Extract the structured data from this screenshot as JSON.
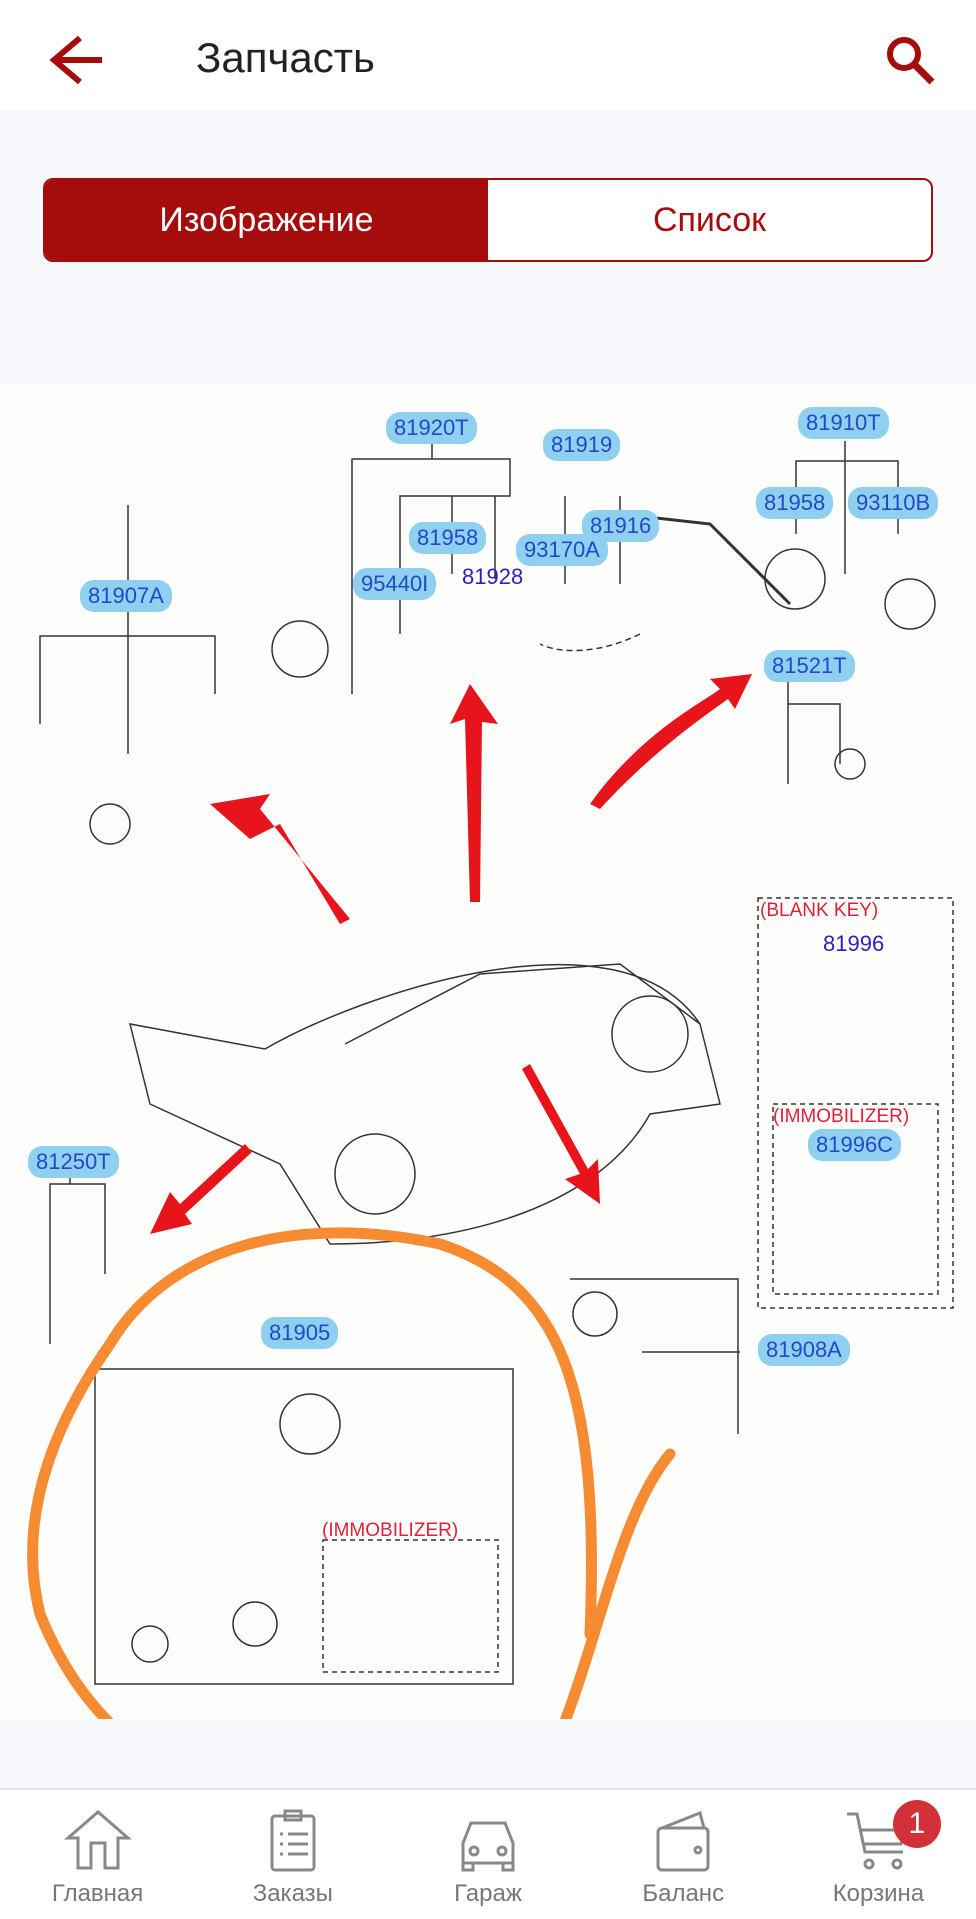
{
  "header": {
    "title": "Запчасть",
    "back_icon": "arrow-left-icon",
    "search_icon": "search-icon",
    "accent": "#a50d0d"
  },
  "tabs": [
    {
      "label": "Изображение",
      "active": true
    },
    {
      "label": "Список",
      "active": false
    }
  ],
  "diagram": {
    "callouts": [
      "81920T",
      "81919",
      "81910T",
      "81958",
      "81916",
      "81958",
      "93110B",
      "93170A",
      "95440I",
      "81907A",
      "81521T",
      "81250T",
      "81905",
      "81908A",
      "81996C"
    ],
    "plain_labels": [
      "81928",
      "81996"
    ],
    "notes": [
      "(BLANK KEY)",
      "(IMMOBILIZER)",
      "(IMMOBILIZER)"
    ]
  },
  "nav": {
    "items": [
      {
        "label": "Главная",
        "icon": "home-icon"
      },
      {
        "label": "Заказы",
        "icon": "clipboard-icon"
      },
      {
        "label": "Гараж",
        "icon": "car-icon"
      },
      {
        "label": "Баланс",
        "icon": "wallet-icon"
      },
      {
        "label": "Корзина",
        "icon": "cart-icon",
        "badge": "1"
      }
    ]
  }
}
